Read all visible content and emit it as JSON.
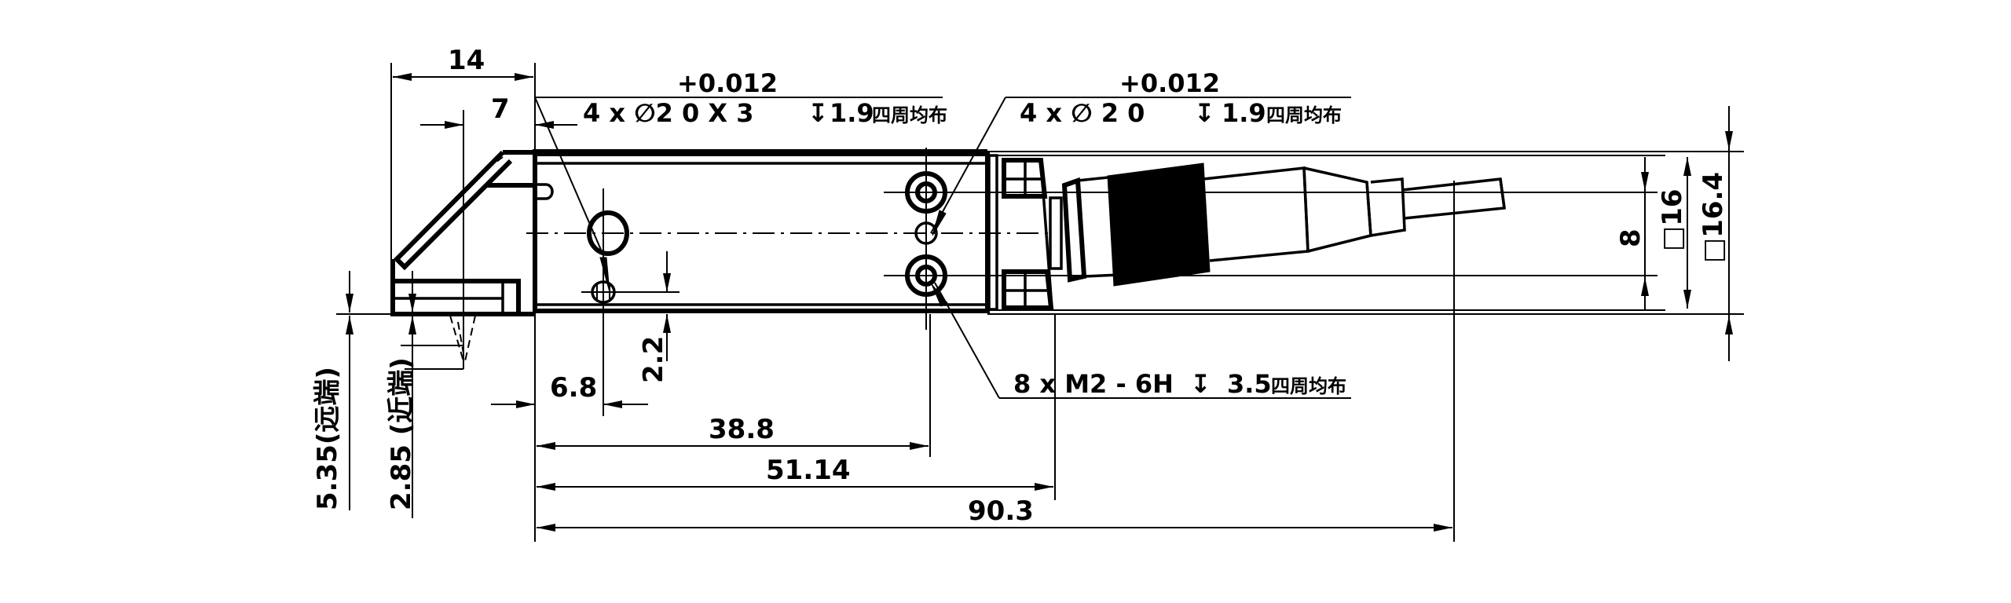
{
  "drawing": {
    "type": "mechanical-dimension-drawing",
    "units": "mm",
    "colors": {
      "line": "#000000",
      "background": "#ffffff"
    }
  },
  "dimensions": {
    "d14": "14",
    "d7": "7",
    "d6_8": "6.8",
    "d2_2": "2.2",
    "d38_8": "38.8",
    "d51_14": "51.14",
    "d90_3": "90.3",
    "d8": "8",
    "sq16": "□16",
    "sq16_4": "□16.4",
    "d5_35": "5.35(远端)",
    "d2_85": "2.85 (近端)"
  },
  "callouts": {
    "left_hole": {
      "tolerance": "+0.012",
      "spec": "4 x ∅2  0   X 3",
      "depth_symbol": "↧",
      "depth": "1.9",
      "note": "四周均布"
    },
    "right_hole": {
      "tolerance": "+0.012",
      "spec": "4 x ∅ 2   0",
      "depth_symbol": "↧",
      "depth": "1.9",
      "note": "四周均布"
    },
    "thread": {
      "spec": "8 x  M2 - 6H",
      "depth_symbol": "↧",
      "depth": "3.5",
      "note": "四周均布"
    }
  }
}
